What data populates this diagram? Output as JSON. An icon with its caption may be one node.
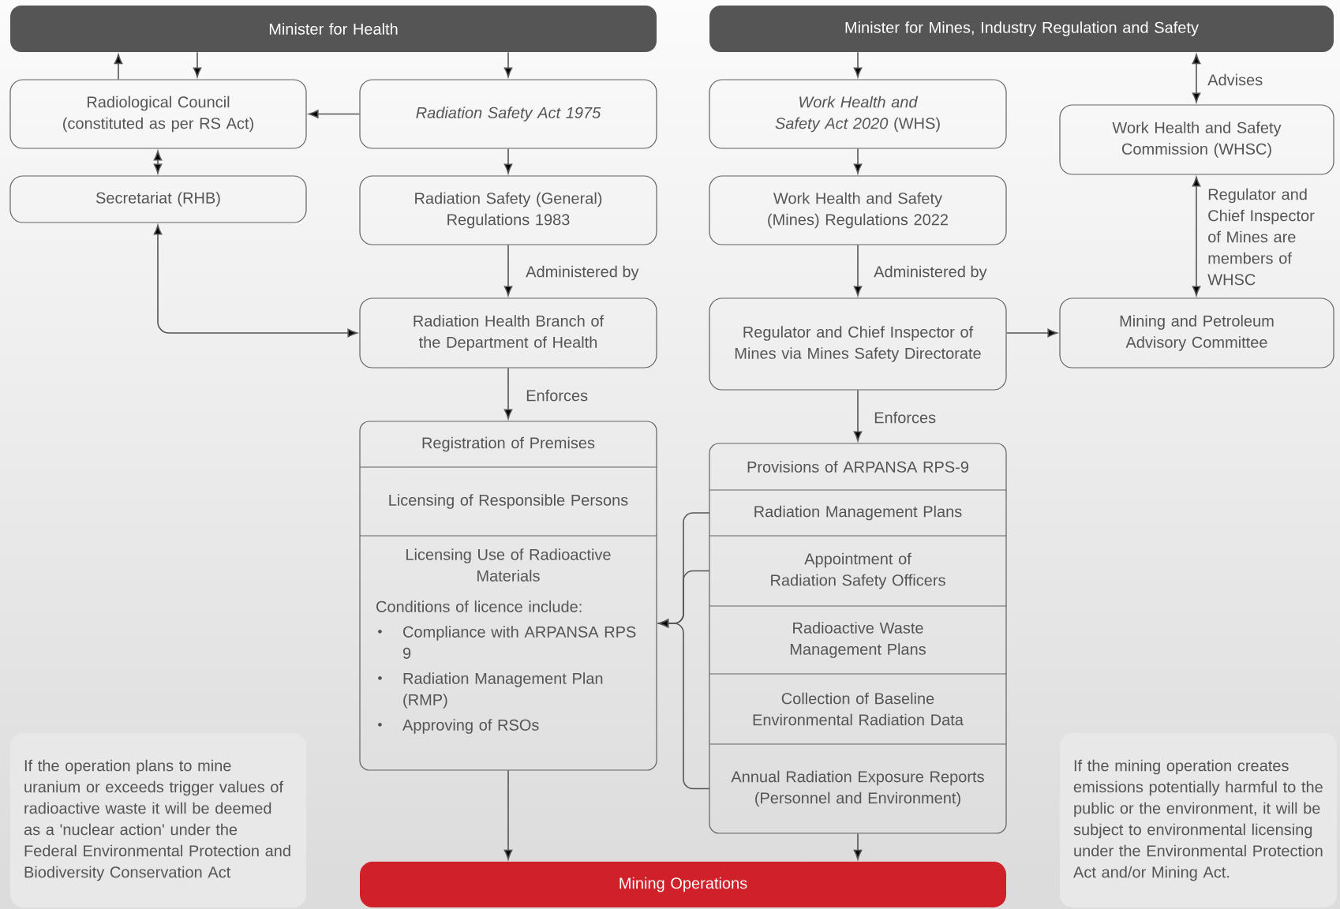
{
  "diagram": {
    "nodes": [
      {
        "text": [
          "Minister for Health"
        ]
      },
      {
        "text": [
          "Minister for Mines, Industry Regulation and Safety"
        ]
      },
      {
        "text": [
          "Radiological Council (constituted as per RS Act)"
        ]
      },
      {
        "text": [
          "Radiation Safety Act 1975"
        ]
      },
      {
        "text": [
          "Secretariat (RHB)"
        ]
      },
      {
        "text": [
          "Radiation Safety (General) Regulations 1983"
        ]
      },
      {
        "text": [
          "Radiation Health Branch of the Department of Health"
        ]
      },
      {
        "text": [],
        "shape": "box"
      },
      {
        "text": [
          "Registration of Premises"
        ],
        "in": 7
      },
      {
        "text": [
          "Licensing of Responsible Persons"
        ],
        "in": 7
      },
      {
        "text": [
          "Licensing Use of Radioactive Materials",
          "Conditions of licence include:",
          "Compliance with ARPANSA RPS 9",
          "Radiation Management Plan (RMP)",
          "Approving of RSOs"
        ],
        "in": 7
      },
      {
        "text": [
          "*Work Health and Safety Act 2020* (WHS)"
        ]
      },
      {
        "text": [
          "Work Health and Safety (Mines) Regulations 2022"
        ]
      },
      {
        "text": [
          "Regulator and Chief Inspector of Mines via Mines Safety Directorate"
        ]
      },
      {
        "text": [
          "Work Health and Safety Commission (WHSC)"
        ]
      },
      {
        "text": [
          "Mining and Petroleum Advisory Committee"
        ]
      },
      {
        "text": [],
        "shape": "box"
      },
      {
        "text": [
          "Provisions of ARPANSA RPS-9"
        ],
        "in": 16
      },
      {
        "text": [
          "Radiation Management Plans"
        ],
        "in": 16
      },
      {
        "text": [
          "Appointment of Radiation Safety Officers"
        ],
        "in": 16
      },
      {
        "text": [
          "Radioactive Waste Management Plans"
        ],
        "in": 16
      },
      {
        "text": [
          "Collection of Baseline Environmental Radiation Data"
        ],
        "in": 16
      },
      {
        "text": [
          "Annual Radiation Exposure Reports (Personnel and Environment)"
        ],
        "in": 16
      },
      {
        "text": [
          "Mining Operations"
        ]
      },
      {
        "text": [
          "If the operation plans to mine uranium or exceeds trigger values of radioactive waste it will be deemed as a 'nuclear action' under the Federal Environmental Protection and Biodiversity Conservation Act"
        ]
      },
      {
        "text": [
          "If the mining operation creates emissions potentially harmful to the public or the environment, it will be subject to environmental licensing under the Environmental Protection Act and/or Mining Act."
        ]
      }
    ],
    "edges": [
      {
        "from": 2,
        "to": 0,
        "arrow": "to"
      },
      {
        "from": 0,
        "to": 2,
        "arrow": "to"
      },
      {
        "from": 0,
        "to": 3,
        "arrow": "to"
      },
      {
        "from": 3,
        "to": 2,
        "arrow": "to"
      },
      {
        "from": 2,
        "to": 4,
        "arrow": "both"
      },
      {
        "from": 3,
        "to": 5,
        "arrow": "to"
      },
      {
        "from": 5,
        "to": 6,
        "arrow": "to",
        "label": "Administered by"
      },
      {
        "from": 4,
        "to": 6,
        "arrow": "both"
      },
      {
        "from": 6,
        "to": 7,
        "arrow": "to",
        "label": "Enforces"
      },
      {
        "from": 7,
        "to": 23,
        "arrow": "to"
      },
      {
        "from": 1,
        "to": 11,
        "arrow": "to"
      },
      {
        "from": 11,
        "to": 12,
        "arrow": "to"
      },
      {
        "from": 12,
        "to": 13,
        "arrow": "to",
        "label": "Administered by"
      },
      {
        "from": 13,
        "to": 15,
        "arrow": "to"
      },
      {
        "from": 1,
        "to": 14,
        "arrow": "both",
        "label": "Advises"
      },
      {
        "from": 14,
        "to": 15,
        "arrow": "both",
        "label": "Regulator and Chief Inspector of Mines are members of WHSC"
      },
      {
        "from": 13,
        "to": 16,
        "arrow": "to",
        "label": "Enforces"
      },
      {
        "from": 16,
        "to": 23,
        "arrow": "to"
      },
      {
        "from": 18,
        "to": 10,
        "arrow": "to"
      },
      {
        "from": 19,
        "to": 10,
        "arrow": "to"
      },
      {
        "from": 22,
        "to": 10,
        "arrow": "to"
      }
    ]
  }
}
